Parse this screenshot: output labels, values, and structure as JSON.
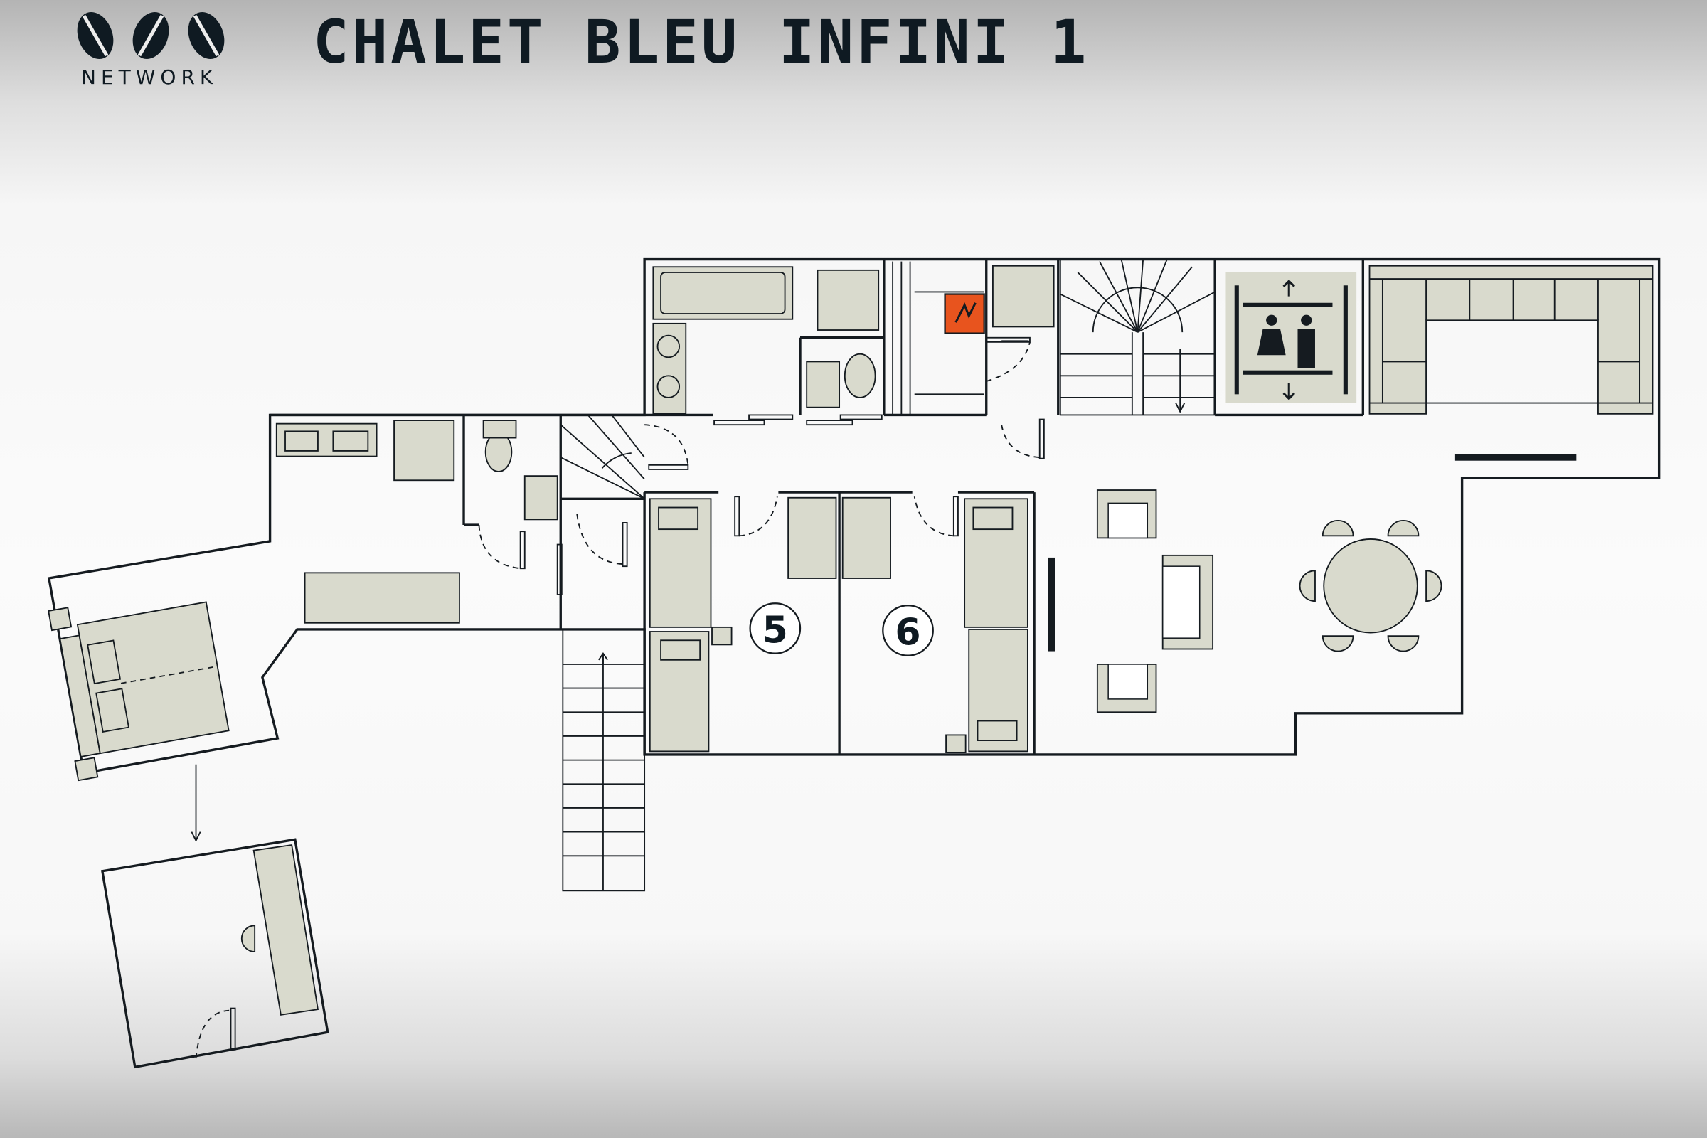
{
  "header": {
    "title": "CHALET BLEU INFINI 1",
    "logo_text": "NETWORK"
  },
  "plan": {
    "rooms": [
      {
        "label": "5"
      },
      {
        "label": "6"
      }
    ],
    "icons": [
      "electrical-panel-icon",
      "elevator-icon",
      "stairs-icon",
      "arrow-down-icon"
    ]
  },
  "colors": {
    "ink": "#0f1a22",
    "furniture": "#d9dacd",
    "panel": "#e8541e"
  }
}
